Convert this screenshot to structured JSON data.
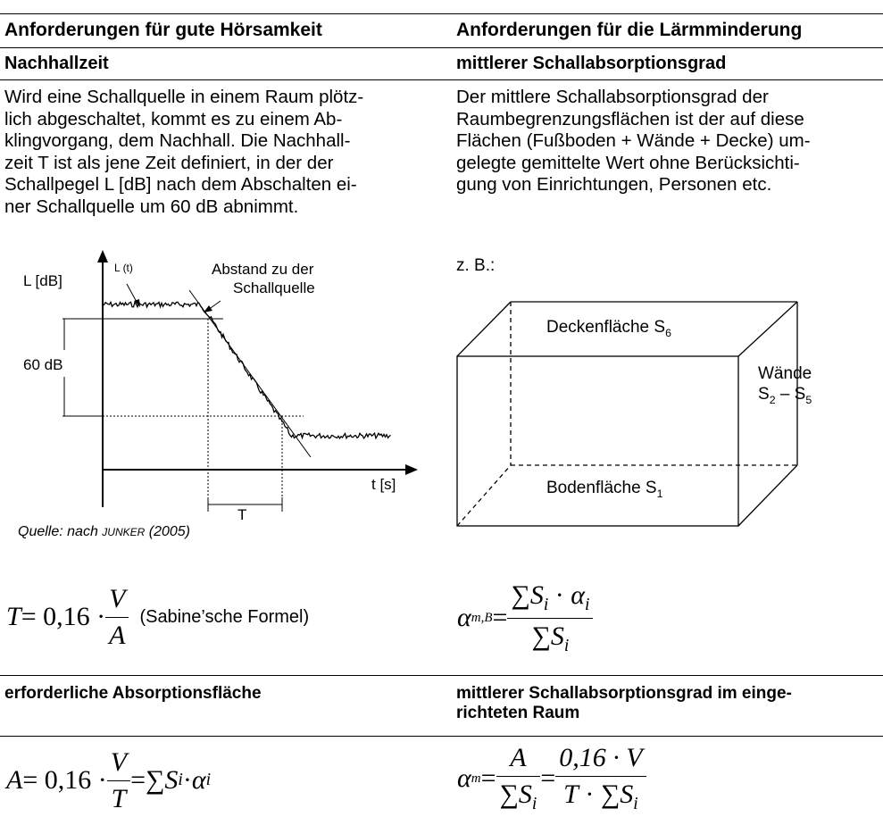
{
  "headers": {
    "left": "Anforderungen für gute Hörsamkeit",
    "right": "Anforderungen für die Lärmminderung"
  },
  "section1": {
    "left_title": "Nachhallzeit",
    "right_title": "mittlerer Schallabsorptionsgrad",
    "left_lines": [
      "Wird eine Schallquelle in einem Raum plötz-",
      "lich abgeschaltet, kommt es zu einem Ab-",
      "klingvorgang, dem Nachhall. Die Nachhall-",
      "zeit T ist als jene Zeit definiert, in der der",
      "Schallpegel L [dB] nach dem Abschalten ei-",
      "ner Schallquelle um 60 dB abnimmt."
    ],
    "right_lines": [
      "Der mittlere Schallabsorptionsgrad der",
      "Raumbegrenzungsflächen ist der auf diese",
      "Flächen (Fußboden + Wände + Decke) um-",
      "gelegte gemittelte Wert ohne Berücksichti-",
      "gung von Einrichtungen, Personen etc."
    ]
  },
  "decay_graph": {
    "y_axis_label": "L [dB]",
    "curve_label": "L (t)",
    "annotation_line1": "Abstand zu der",
    "annotation_line2": "Schallquelle",
    "level_drop_label": "60 dB",
    "x_axis_label": "t [s]",
    "interval_label": "T",
    "source_prefix": "Quelle: nach ",
    "source_author": "Junker",
    "source_year": " (2005)"
  },
  "room_diagram": {
    "example_label": "z. B.:",
    "ceiling_label": "Deckenfläche S",
    "ceiling_index": "6",
    "walls_label": "Wände",
    "walls_range_prefix": "S",
    "walls_from_index": "2",
    "walls_dash": " – S",
    "walls_to_index": "5",
    "floor_label": "Bodenfläche S",
    "floor_index": "1"
  },
  "formula1_left": {
    "lhs": "T",
    "eq": " = 0,16 · ",
    "num": "V",
    "den": "A",
    "note": "(Sabine’sche Formel)"
  },
  "formula1_right": {
    "alpha": "α",
    "subscript": "m,B",
    "eq": " = ",
    "num_sum": "∑",
    "num_S": "S",
    "num_i": "i",
    "num_dot": " · ",
    "num_alpha": "α",
    "num_alpha_i": "i",
    "den_sum": "∑",
    "den_S": "S",
    "den_i": "i"
  },
  "section2": {
    "left_title": "erforderliche Absorptionsfläche",
    "right_title_line1": "mittlerer Schallabsorptionsgrad im einge-",
    "right_title_line2": "richteten Raum"
  },
  "formula2_left": {
    "lhs": "A",
    "eq": " = 0,16 · ",
    "num": "V",
    "den": "T",
    "eq2": " = ",
    "sum": "∑",
    "S": "S",
    "i": "i",
    "dot": " · ",
    "alpha": "α",
    "alpha_i": "i"
  },
  "formula2_right": {
    "alpha": "α",
    "subscript": "m",
    "eq": " = ",
    "f1_num": "A",
    "f1_den_sum": "∑",
    "f1_den_S": "S",
    "f1_den_i": "i",
    "eq2": " = ",
    "f2_num": "0,16 · V",
    "f2_den_T": "T",
    "f2_den_dot": " · ",
    "f2_den_sum": "∑",
    "f2_den_S": "S",
    "f2_den_i": "i"
  }
}
